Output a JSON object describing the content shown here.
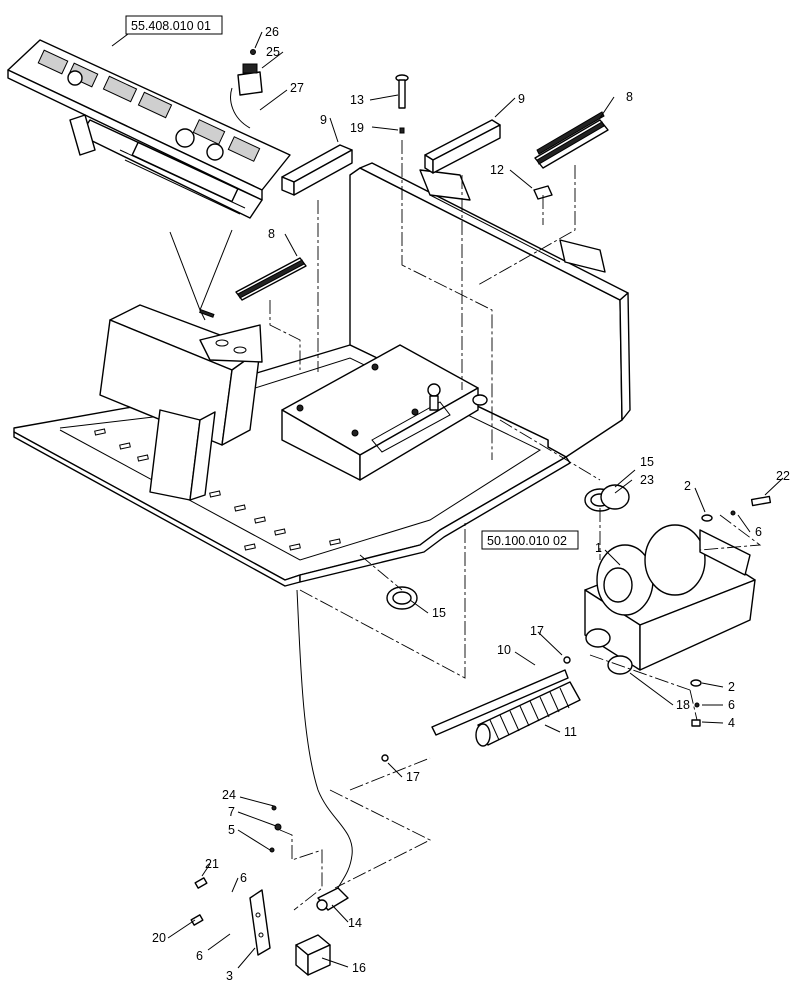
{
  "references": {
    "ref_top": "55.408.010 01",
    "ref_right": "50.100.010 02"
  },
  "callouts": [
    {
      "id": "c26",
      "label": "26"
    },
    {
      "id": "c25",
      "label": "25"
    },
    {
      "id": "c27",
      "label": "27"
    },
    {
      "id": "c13",
      "label": "13"
    },
    {
      "id": "c19",
      "label": "19"
    },
    {
      "id": "c9a",
      "label": "9"
    },
    {
      "id": "c9b",
      "label": "9"
    },
    {
      "id": "c8a",
      "label": "8"
    },
    {
      "id": "c12",
      "label": "12"
    },
    {
      "id": "c8b",
      "label": "8"
    },
    {
      "id": "c15a",
      "label": "15"
    },
    {
      "id": "c23",
      "label": "23"
    },
    {
      "id": "c2a",
      "label": "2"
    },
    {
      "id": "c22",
      "label": "22"
    },
    {
      "id": "c6a",
      "label": "6"
    },
    {
      "id": "c1",
      "label": "1"
    },
    {
      "id": "c15b",
      "label": "15"
    },
    {
      "id": "c17a",
      "label": "17"
    },
    {
      "id": "c10",
      "label": "10"
    },
    {
      "id": "c2b",
      "label": "2"
    },
    {
      "id": "c18",
      "label": "18"
    },
    {
      "id": "c6b",
      "label": "6"
    },
    {
      "id": "c4",
      "label": "4"
    },
    {
      "id": "c11",
      "label": "11"
    },
    {
      "id": "c17b",
      "label": "17"
    },
    {
      "id": "c24",
      "label": "24"
    },
    {
      "id": "c7",
      "label": "7"
    },
    {
      "id": "c5",
      "label": "5"
    },
    {
      "id": "c21",
      "label": "21"
    },
    {
      "id": "c6c",
      "label": "6"
    },
    {
      "id": "c20",
      "label": "20"
    },
    {
      "id": "c6d",
      "label": "6"
    },
    {
      "id": "c3",
      "label": "3"
    },
    {
      "id": "c14",
      "label": "14"
    },
    {
      "id": "c16",
      "label": "16"
    }
  ]
}
